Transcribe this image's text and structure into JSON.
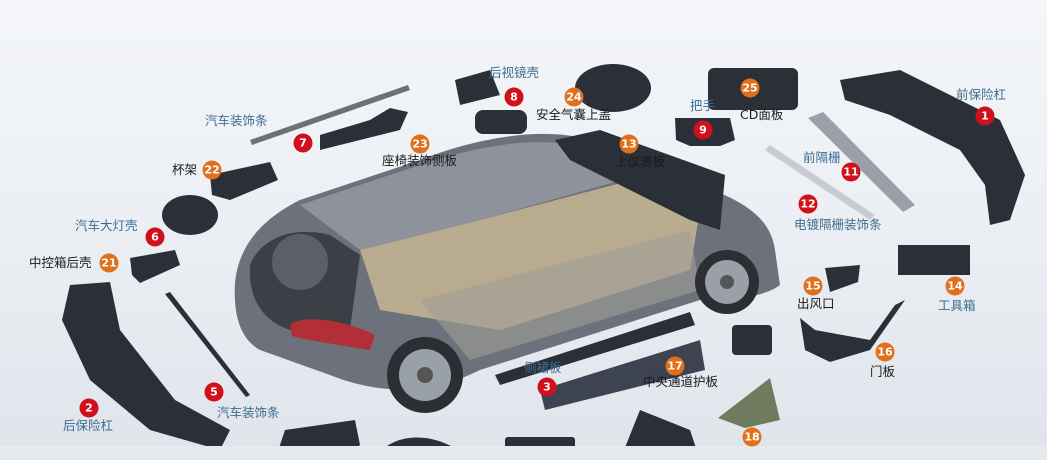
{
  "colors": {
    "red_badge": "#d0111b",
    "orange_badge": "#e0701c",
    "blue_label": "#3d6d92",
    "black_label": "#1a1a1a"
  },
  "parts": [
    {
      "number": "1",
      "label": "前保险杠",
      "badge": "red"
    },
    {
      "number": "2",
      "label": "后保险杠",
      "badge": "red"
    },
    {
      "number": "3",
      "label": "侧裙板",
      "badge": "red"
    },
    {
      "number": "5",
      "label": "汽车装饰条",
      "badge": "red"
    },
    {
      "number": "6",
      "label": "汽车大灯壳",
      "badge": "red"
    },
    {
      "number": "7",
      "label": "汽车装饰条",
      "badge": "red"
    },
    {
      "number": "8",
      "label": "后视镜壳",
      "badge": "red"
    },
    {
      "number": "9",
      "label": "把手",
      "badge": "red"
    },
    {
      "number": "11",
      "label": "前隔栅",
      "badge": "red"
    },
    {
      "number": "12",
      "label": "电镀隔栅装饰条",
      "badge": "red"
    },
    {
      "number": "13",
      "label": "上仪表板",
      "badge": "orange"
    },
    {
      "number": "14",
      "label": "工具箱",
      "badge": "orange"
    },
    {
      "number": "15",
      "label": "出风口",
      "badge": "orange"
    },
    {
      "number": "16",
      "label": "门板",
      "badge": "orange"
    },
    {
      "number": "17",
      "label": "中央通道护板",
      "badge": "orange"
    },
    {
      "number": "18",
      "badge": "orange"
    },
    {
      "number": "21",
      "label": "中控箱后壳",
      "badge": "orange"
    },
    {
      "number": "22",
      "label": "杯架",
      "badge": "orange"
    },
    {
      "number": "23",
      "label": "座椅装饰侧板",
      "badge": "orange"
    },
    {
      "number": "24",
      "label": "安全气囊上盖",
      "badge": "orange"
    },
    {
      "number": "25",
      "label": "CD面板",
      "badge": "orange"
    }
  ]
}
